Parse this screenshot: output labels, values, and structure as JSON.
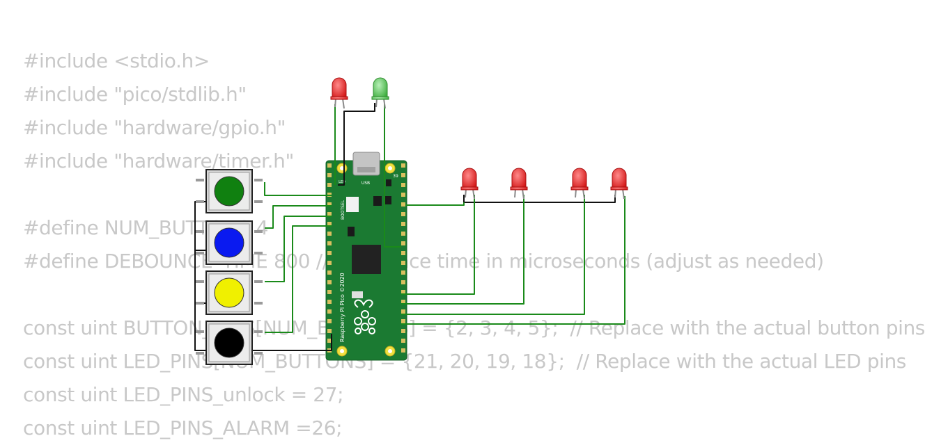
{
  "code": {
    "lines": [
      "#include <stdio.h>",
      "#include \"pico/stdlib.h\"",
      "#include \"hardware/gpio.h\"",
      "#include \"hardware/timer.h\"",
      "",
      "#define NUM_BUTTONS 4",
      "#define DEBOUNCE_TIME 800 // Debounce time in microseconds (adjust as needed)",
      "",
      "const uint BUTTON_PINS[NUM_BUTTONS] = {2, 3, 4, 5};  // Replace with the actual button pins",
      "const uint LED_PINS[NUM_BUTTONS] = {21, 20, 19, 18};  // Replace with the actual LED pins",
      "const uint LED_PINS_unlock = 27;",
      "const uint LED_PINS_ALARM =26;"
    ]
  },
  "board": {
    "name": "Raspberry Pi Pico ©2020",
    "usb_label": "USB",
    "bootsel_label": "BOOTSEL",
    "led_label": "LED",
    "pin39_label": "39"
  },
  "colors": {
    "wire": "#1a8a1a",
    "ground": "#111111",
    "board": "#1b7a32",
    "led_red": "#e02020",
    "led_green": "#4fc24f",
    "button_green": "#108010",
    "button_blue": "#0a1af0",
    "button_yellow": "#f0f000",
    "button_black": "#000000",
    "code_text": "#c8c8c8"
  },
  "components": {
    "buttons": [
      "green",
      "blue",
      "yellow",
      "black"
    ],
    "leds_top": [
      "red",
      "green"
    ],
    "leds_right": [
      "red",
      "red",
      "red",
      "red"
    ]
  }
}
